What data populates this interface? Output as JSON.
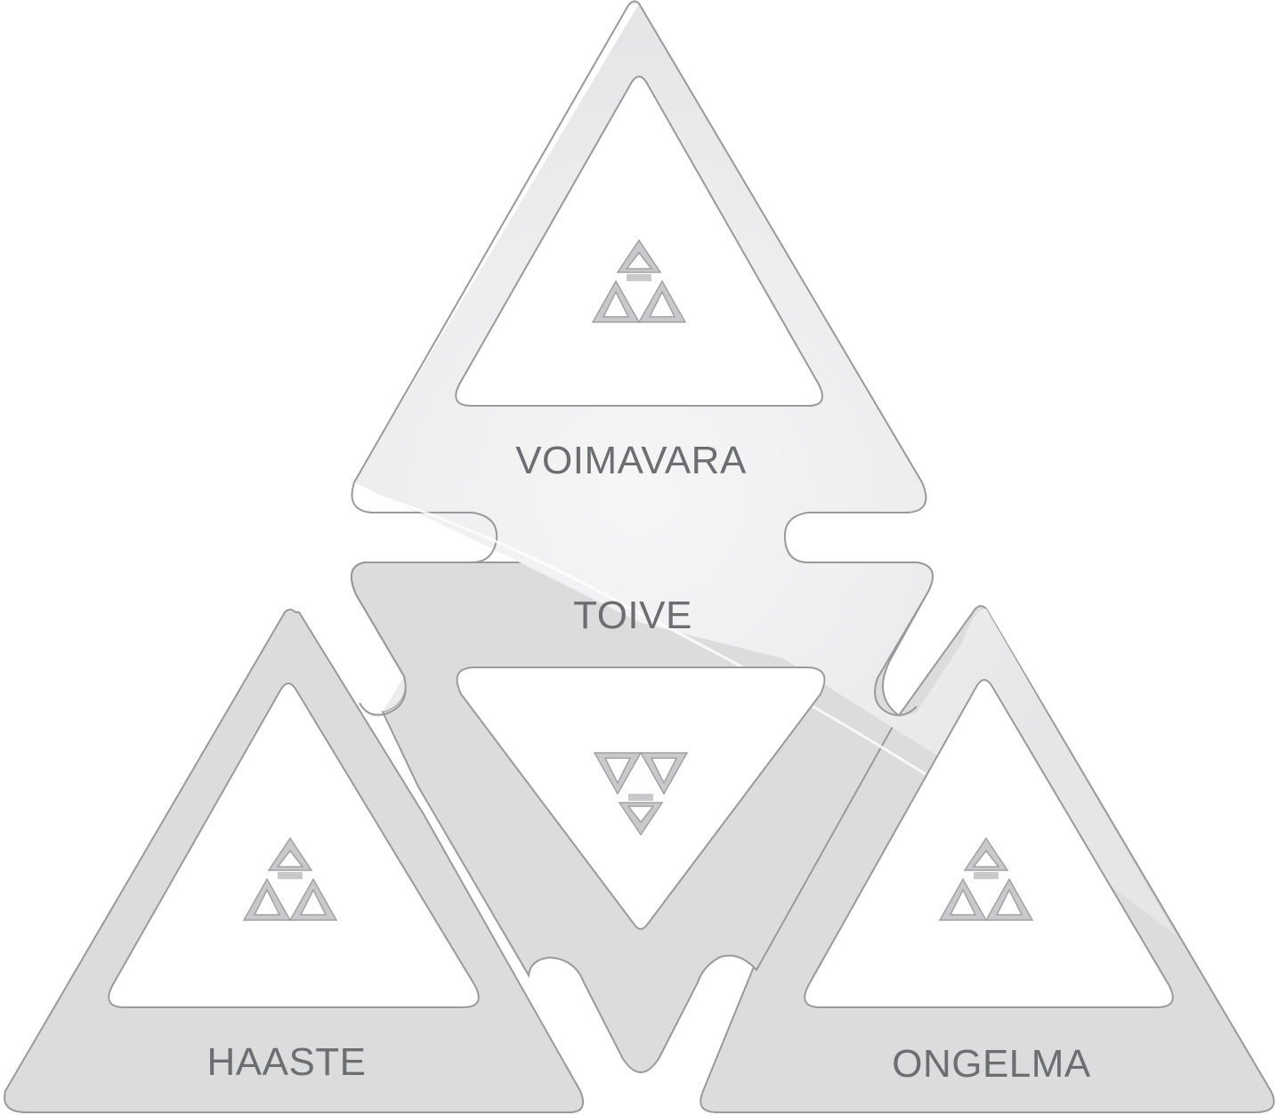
{
  "labels": {
    "voimavara": "VOIMAVARA",
    "toive": "TOIVE",
    "haaste": "HAASTE",
    "ongelma": "ONGELMA"
  },
  "colors": {
    "piece_fill": "#dcdcdd",
    "piece_light": "#f1f1f2",
    "piece_stroke": "#9a9a9c",
    "window_fill": "#ffffff",
    "icon_fill": "#c9c9cb",
    "icon_stroke": "#a2a2a4",
    "label_color": "#6d6e71"
  }
}
